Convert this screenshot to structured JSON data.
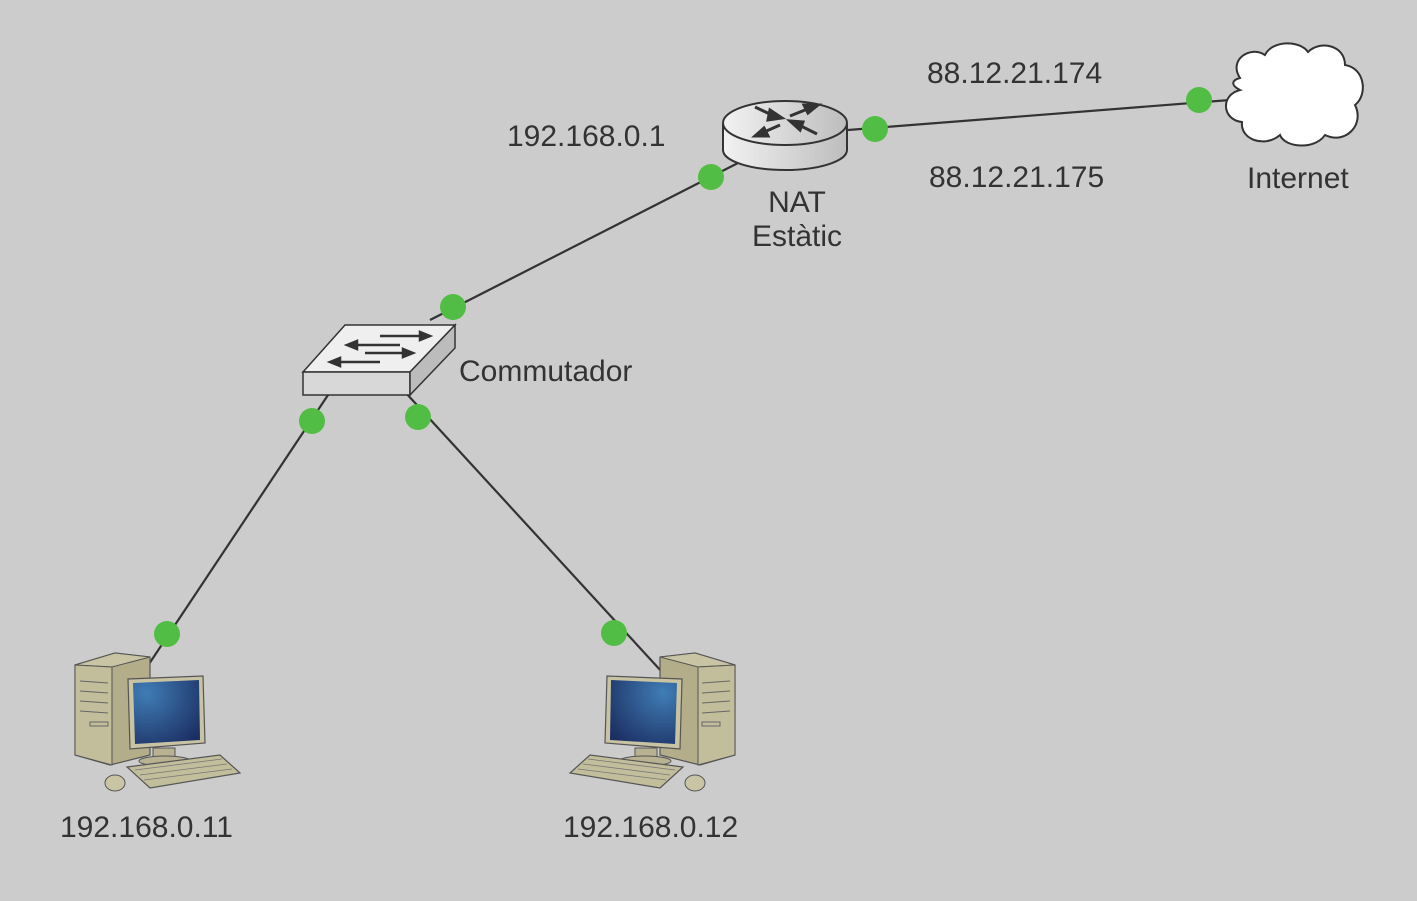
{
  "colors": {
    "background": "#cccccc",
    "link": "#333333",
    "port": "#52bd45"
  },
  "nodes": {
    "router": {
      "label_line1": "NAT",
      "label_line2": "Estàtic",
      "lan_ip": "192.168.0.1",
      "wan_ip_1": "88.12.21.174",
      "wan_ip_2": "88.12.21.175"
    },
    "cloud": {
      "label": "Internet"
    },
    "switch": {
      "label": "Commutador"
    },
    "pc1": {
      "label": "192.168.0.11"
    },
    "pc2": {
      "label": "192.168.0.12"
    }
  }
}
